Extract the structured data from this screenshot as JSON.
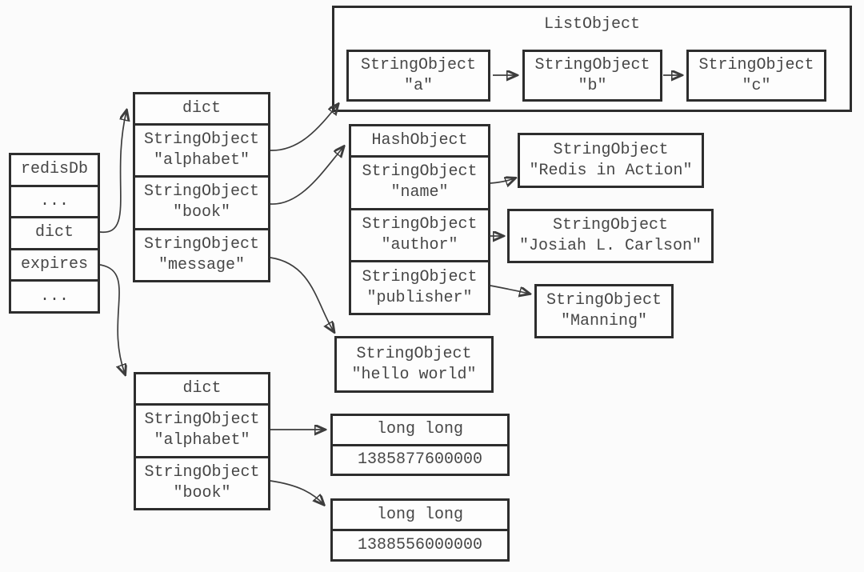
{
  "palette": {
    "background": "#fbfbfb",
    "box_fill": "#fdfdfd",
    "border": "#2d2d2d",
    "text": "#474747",
    "arrow": "#3d3d3d"
  },
  "redis_db": {
    "rows": [
      "redisDb",
      "...",
      "dict",
      "expires",
      "..."
    ]
  },
  "dict_top": {
    "title": "dict",
    "rows": [
      {
        "type": "StringObject",
        "value": "\"alphabet\""
      },
      {
        "type": "StringObject",
        "value": "\"book\""
      },
      {
        "type": "StringObject",
        "value": "\"message\""
      }
    ]
  },
  "list_object": {
    "title": "ListObject",
    "items": [
      {
        "type": "StringObject",
        "value": "\"a\""
      },
      {
        "type": "StringObject",
        "value": "\"b\""
      },
      {
        "type": "StringObject",
        "value": "\"c\""
      }
    ]
  },
  "hash_object": {
    "title": "HashObject",
    "rows": [
      {
        "type": "StringObject",
        "value": "\"name\""
      },
      {
        "type": "StringObject",
        "value": "\"author\""
      },
      {
        "type": "StringObject",
        "value": "\"publisher\""
      }
    ]
  },
  "hash_values": [
    {
      "type": "StringObject",
      "value": "\"Redis in Action\""
    },
    {
      "type": "StringObject",
      "value": "\"Josiah L. Carlson\""
    },
    {
      "type": "StringObject",
      "value": "\"Manning\""
    }
  ],
  "message_value": {
    "type": "StringObject",
    "value": "\"hello world\""
  },
  "dict_bottom": {
    "title": "dict",
    "rows": [
      {
        "type": "StringObject",
        "value": "\"alphabet\""
      },
      {
        "type": "StringObject",
        "value": "\"book\""
      }
    ]
  },
  "expires_values": [
    {
      "type": "long long",
      "value": "1385877600000"
    },
    {
      "type": "long long",
      "value": "1388556000000"
    }
  ]
}
